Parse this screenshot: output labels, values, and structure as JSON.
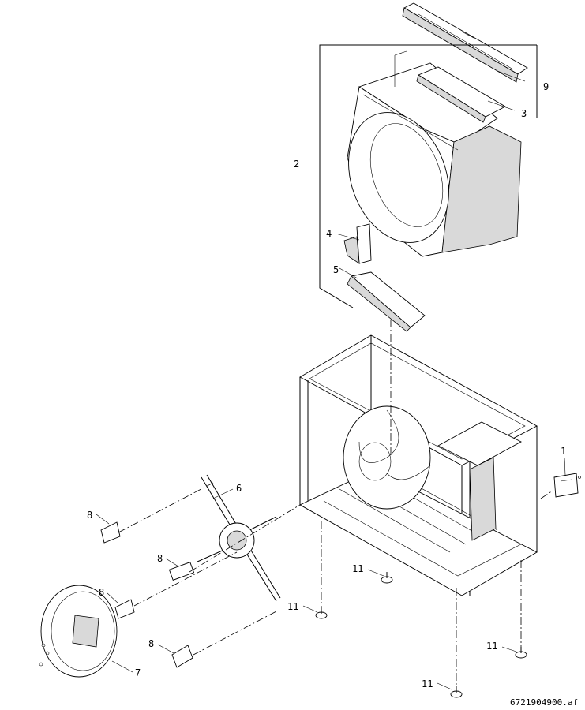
{
  "callouts": {
    "c1": "1",
    "c2": "2",
    "c3": "3",
    "c4": "4",
    "c5": "5",
    "c6": "6",
    "c7": "7",
    "c8a": "8",
    "c8b": "8",
    "c8c": "8",
    "c8d": "8",
    "c9": "9",
    "c11a": "11",
    "c11b": "11",
    "c11c": "11",
    "c11d": "11"
  },
  "reference": "6721904900.af"
}
